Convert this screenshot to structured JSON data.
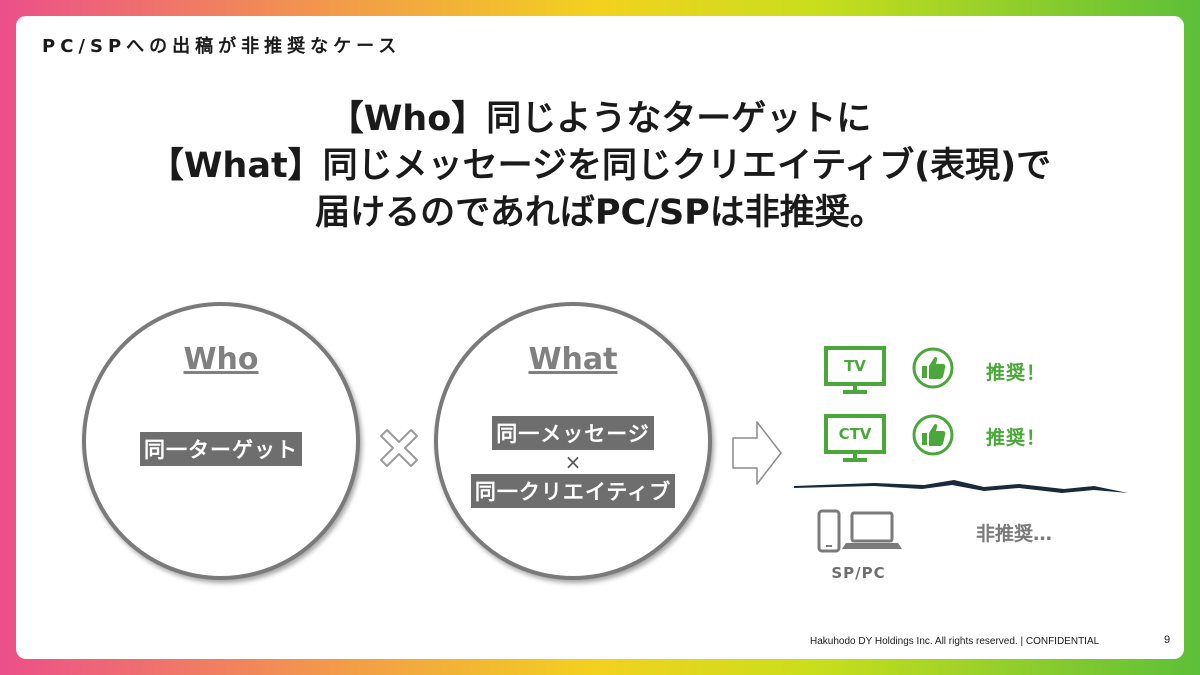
{
  "slide": {
    "section_title": "PC/SPへの出稿が非推奨なケース",
    "headline": [
      "【Who】同じようなターゲットに",
      "【What】同じメッセージを同じクリエイティブ(表現)で",
      "届けるのであればPC/SPは非推奨。"
    ]
  },
  "who": {
    "title": "Who",
    "label": "同一ターゲット"
  },
  "what": {
    "title": "What",
    "label_1": "同一メッセージ",
    "times": "×",
    "label_2": "同一クリエイティブ"
  },
  "outcomes": {
    "tv": {
      "label": "TV",
      "status": "推奨！"
    },
    "ctv": {
      "label": "CTV",
      "status": "推奨！"
    },
    "sp_pc": {
      "label": "SP/PC",
      "status": "非推奨…"
    }
  },
  "footer": {
    "copyright": "Hakuhodo DY Holdings Inc. All rights reserved. | CONFIDENTIAL",
    "page_number": "9"
  },
  "colors": {
    "accent_green": "#4aa83a",
    "gray": "#7a7a7a"
  }
}
